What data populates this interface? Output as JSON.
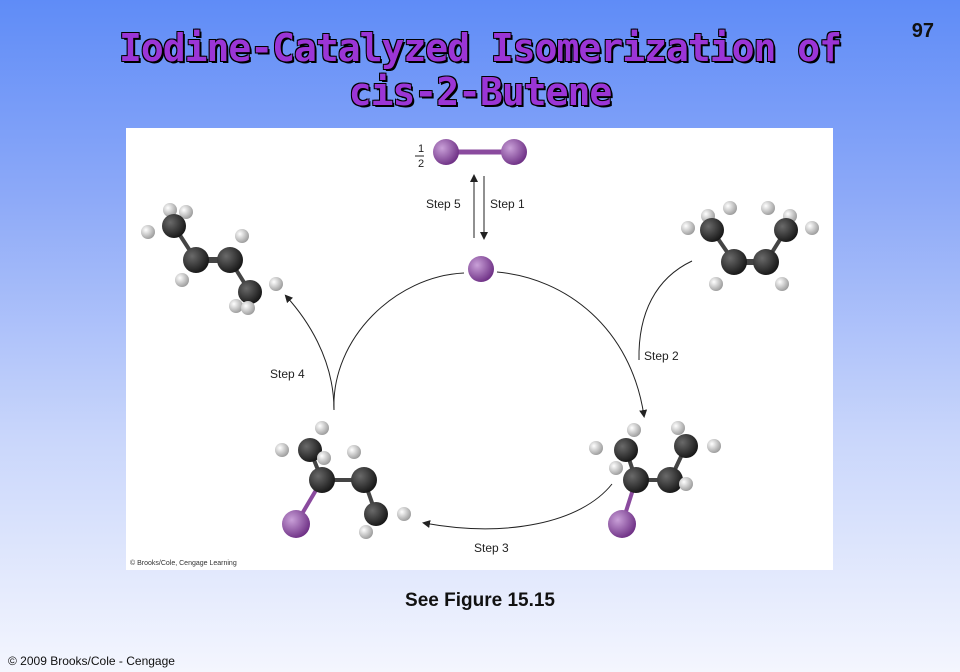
{
  "slide": {
    "number": "97"
  },
  "title": {
    "line1": "Iodine-Catalyzed Isomerization of",
    "line2": "cis-2-Butene"
  },
  "figure": {
    "steps": {
      "step1": "Step 1",
      "step2": "Step 2",
      "step3": "Step 3",
      "step4": "Step 4",
      "step5": "Step 5"
    },
    "fraction": {
      "numerator": "1",
      "denominator": "2"
    },
    "credit": "© Brooks/Cole, Cengage Learning",
    "colors": {
      "iodine": "#8a4a9e",
      "carbon": "#2b2b2b",
      "hydrogen": "#d8d8d8",
      "bond": "#8a4a9e"
    }
  },
  "caption": "See Figure 15.15",
  "footer": "© 2009 Brooks/Cole - Cengage"
}
